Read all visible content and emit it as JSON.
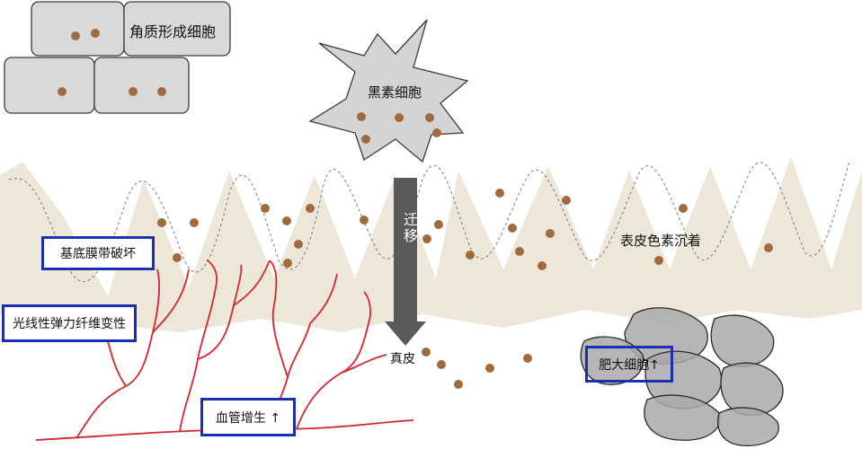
{
  "labels": {
    "keratinocyte": "角质形成细胞",
    "melanocyte": "黑素细胞",
    "migration": "迁移",
    "dermis": "真皮",
    "epidermal_pigmentation": "表皮色素沉着",
    "basement_membrane_damage": "基底膜带破坏",
    "elastic_fiber_degeneration": "光线性弹力纤维变性",
    "mast_cell": "肥大细胞↑",
    "angiogenesis": "血管增生 ↑"
  },
  "colors": {
    "cell_fill": "#d9d9d9",
    "cell_stroke": "#3a3a3a",
    "melanin": "#a06a3e",
    "epidermis_band": "#ece7d8",
    "arrow": "#555555",
    "vessel": "#d6262b",
    "box_border": "#1c2fb0",
    "mast_fill": "#9a9a9a"
  }
}
